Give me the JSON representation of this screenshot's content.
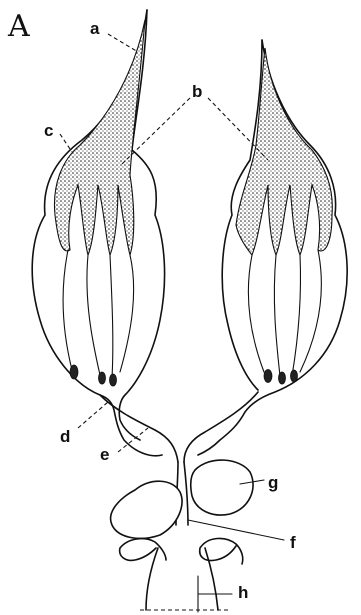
{
  "figure": {
    "panel_letter": "A",
    "labels": {
      "a": "a",
      "b": "b",
      "c": "c",
      "d": "d",
      "e": "e",
      "f": "f",
      "g": "g",
      "h": "h"
    }
  },
  "colors": {
    "ink": "#111111",
    "background": "#ffffff"
  }
}
